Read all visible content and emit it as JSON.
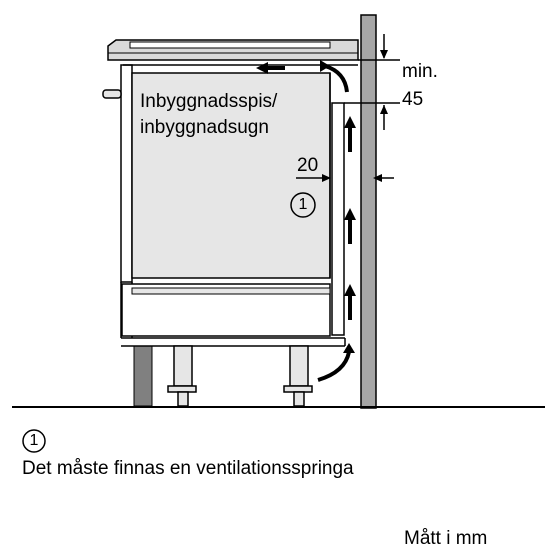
{
  "diagram": {
    "appliance_label_line1": "Inbyggnadsspis/",
    "appliance_label_line2": "inbyggnadsugn",
    "dim_min_label": "min.",
    "dim_min_value": "45",
    "dim_gap_value": "20",
    "callout_number": "1"
  },
  "legend": {
    "marker": "1",
    "text": "Det måste finnas en ventilationsspringa"
  },
  "units_note": "Mått i mm",
  "colors": {
    "wall": "#a6a6a6",
    "appliance": "#e6e6e6",
    "dark": "#000000",
    "plinth": "#808080"
  }
}
